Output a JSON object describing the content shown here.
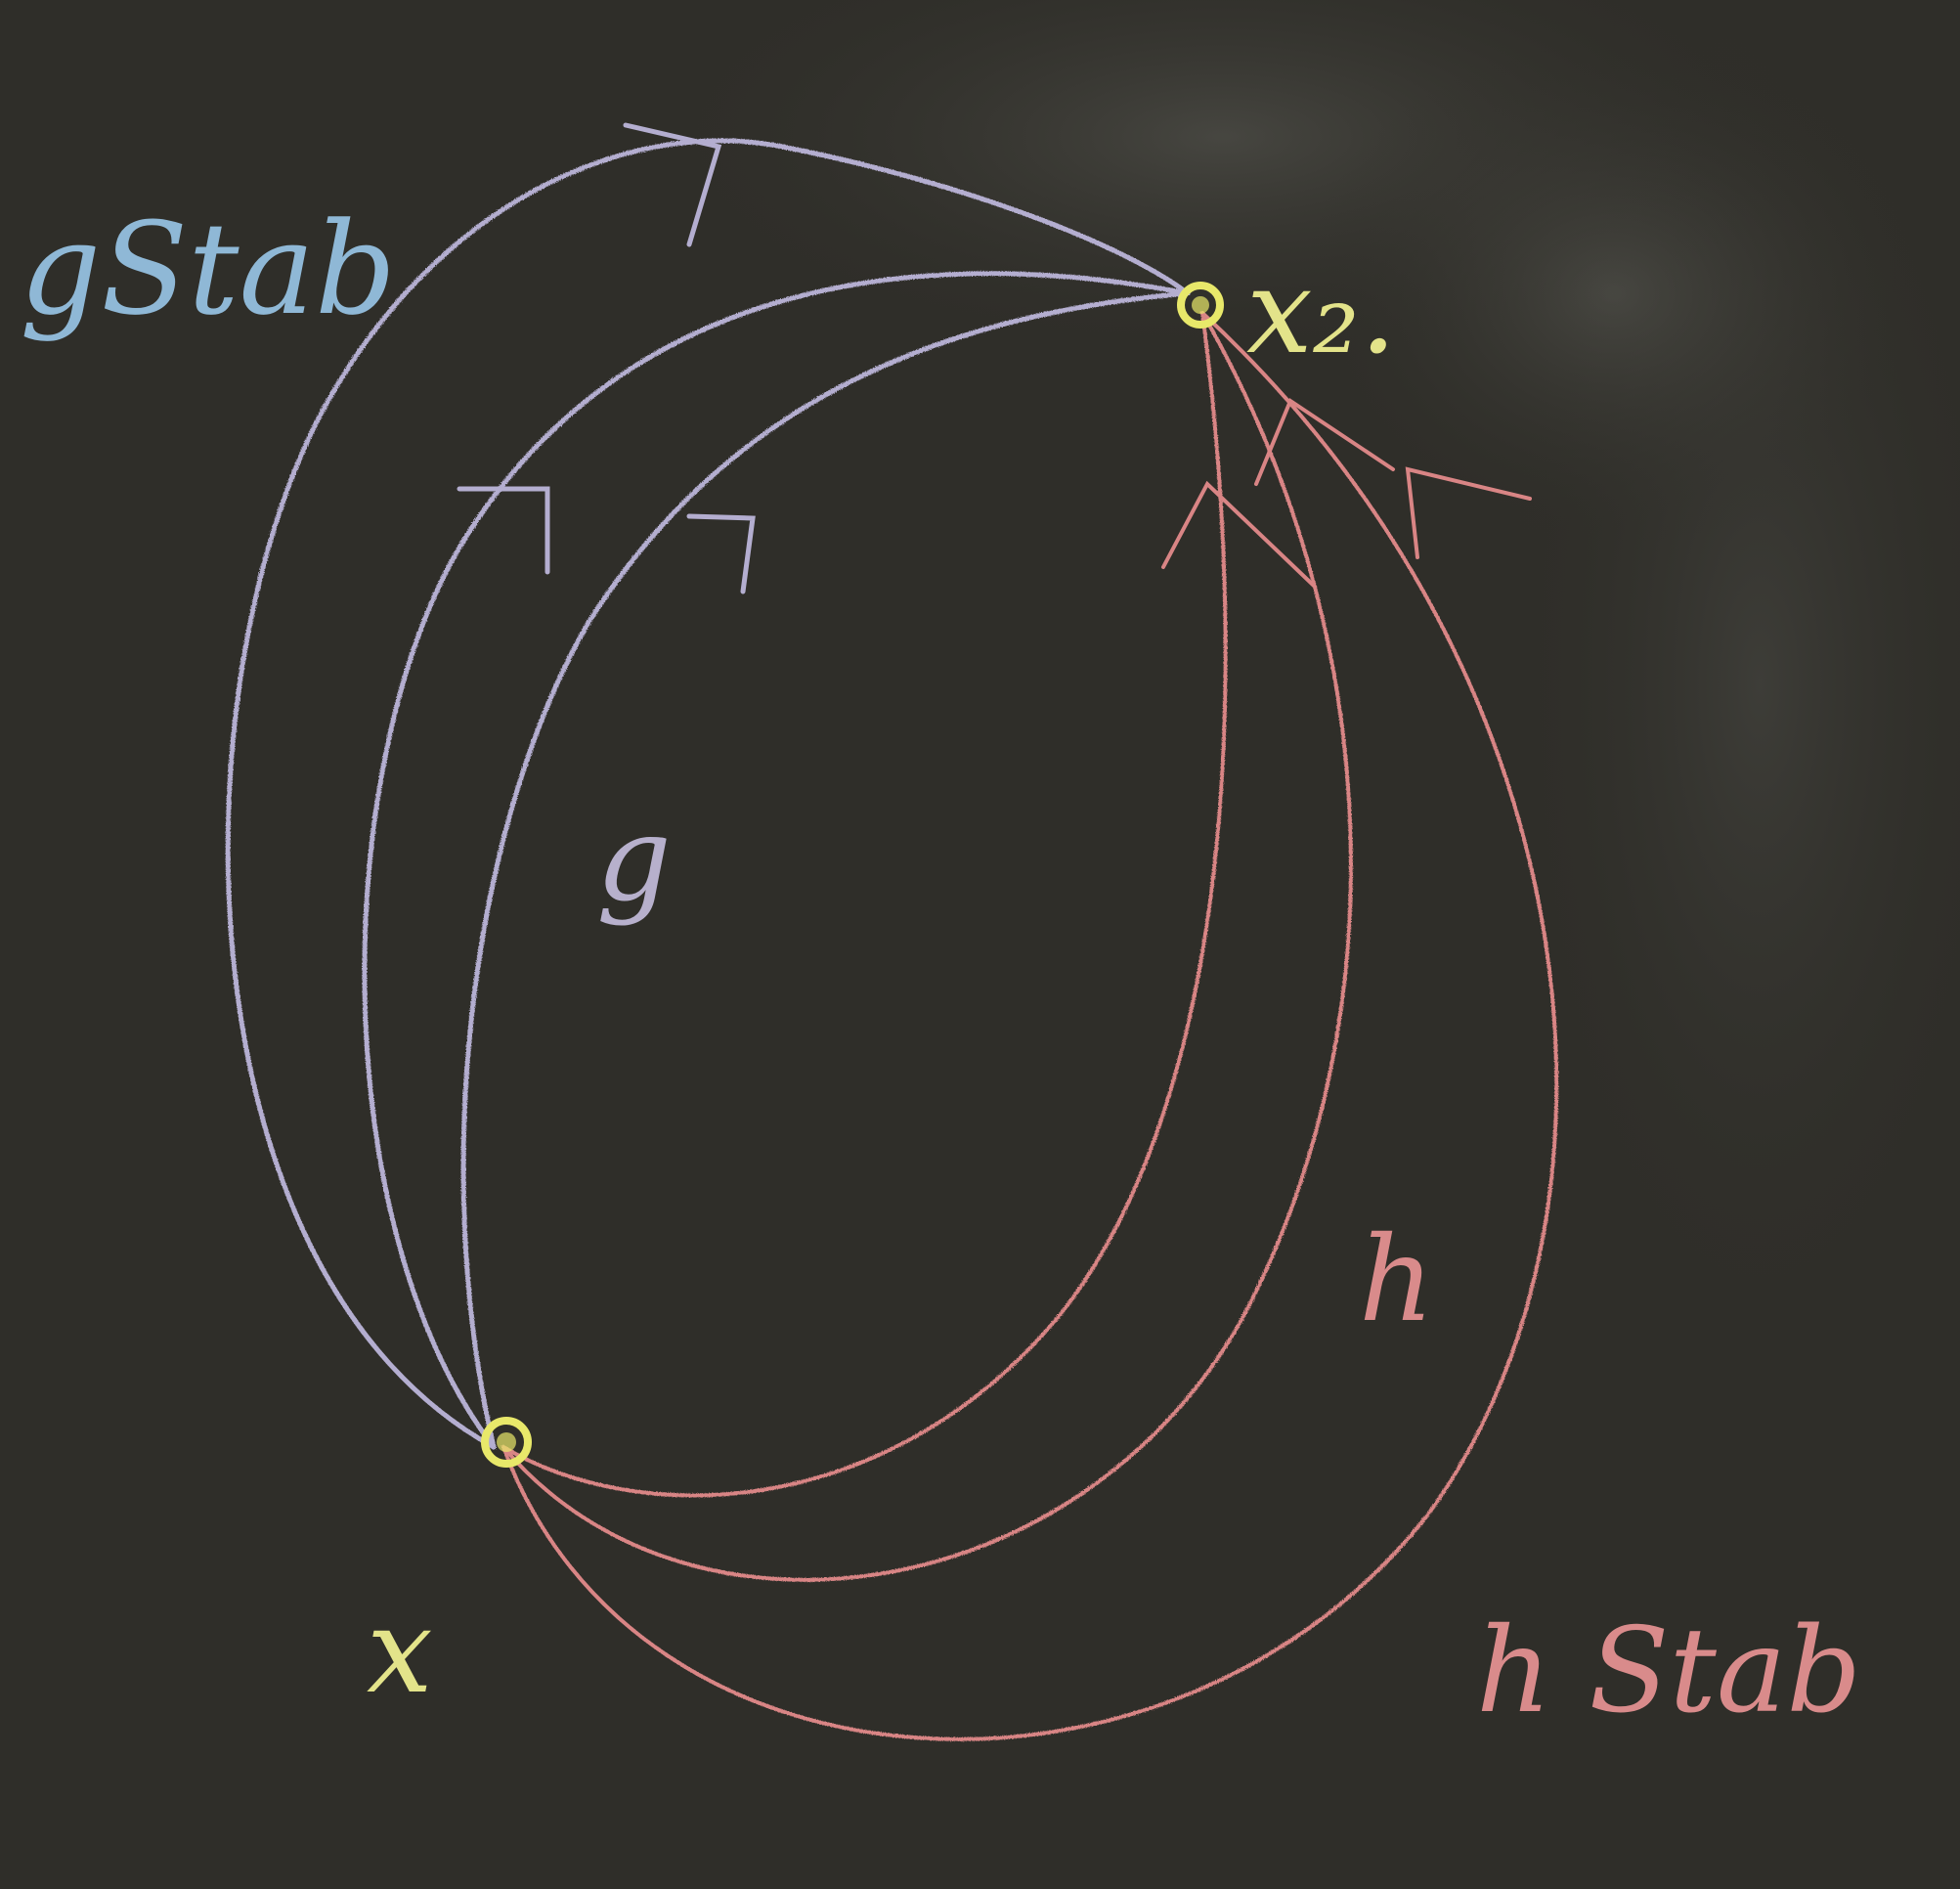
{
  "labels": {
    "g_stab": "gStab",
    "g": "g",
    "h": "h",
    "h_stab": "h Stab",
    "x": "x",
    "x2": "x₂."
  },
  "colors": {
    "board": "#2f2e29",
    "g_paths": "#b4aed0",
    "h_paths": "#d98585",
    "points": "#e8e86a",
    "g_stab_label": "#8fb8d6"
  }
}
